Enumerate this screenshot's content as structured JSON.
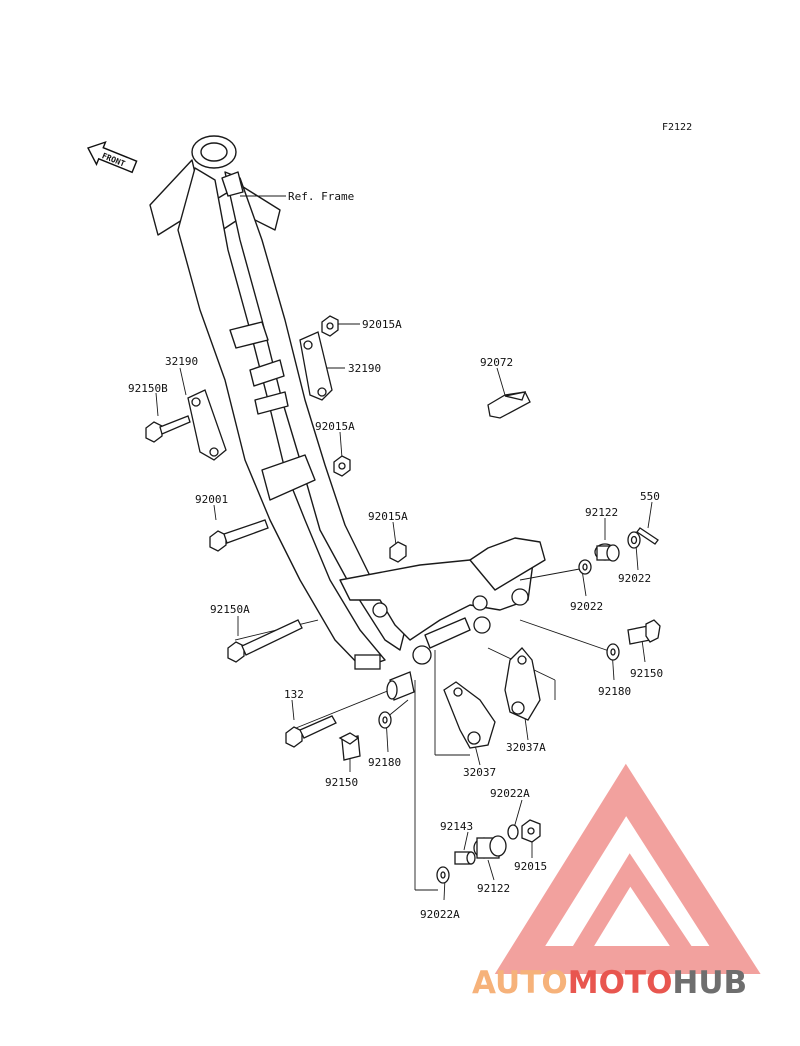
{
  "figure_code": "F2122",
  "front_arrow_label": "FRONT",
  "ref_frame_label": "Ref. Frame",
  "labels": {
    "p92015A_1": "92015A",
    "p32190_left": "32190",
    "p32190_right": "32190",
    "p92150B": "92150B",
    "p92072": "92072",
    "p92015A_2": "92015A",
    "p92001": "92001",
    "p92015A_3": "92015A",
    "p550": "550",
    "p92122_top": "92122",
    "p92022_right": "92022",
    "p92022_mid": "92022",
    "p92150A": "92150A",
    "p92150_right": "92150",
    "p92180_right": "92180",
    "p132": "132",
    "p92180_left": "92180",
    "p92150_left": "92150",
    "p32037A": "32037A",
    "p32037": "32037",
    "p92022A_top": "92022A",
    "p92143": "92143",
    "p92015_bottom": "92015",
    "p92122_bottom": "92122",
    "p92022A_bottom": "92022A"
  },
  "watermark": {
    "part1": "AUTO",
    "part2": "MOTO",
    "part3": "HUB",
    "color_light": "#f6b27a",
    "color_red": "#e8564f",
    "color_gray": "#6e6e6e"
  }
}
